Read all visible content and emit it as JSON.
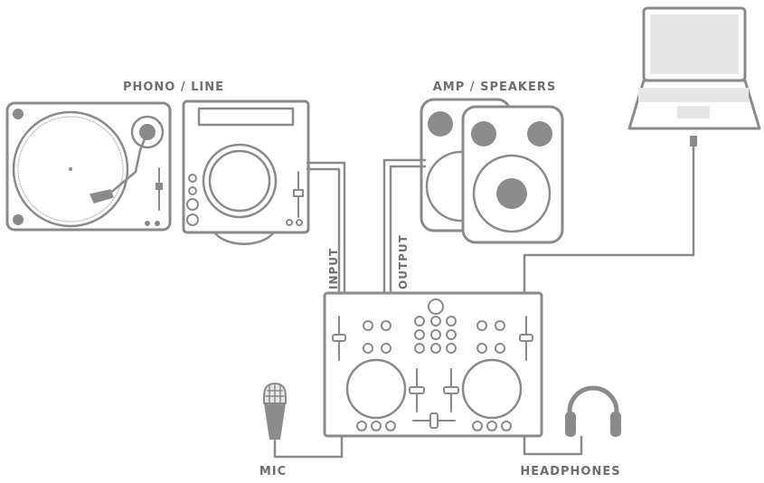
{
  "labels": {
    "phono_line": "PHONO / LINE",
    "amp_speakers": "AMP / SPEAKERS",
    "input": "INPUT",
    "output": "OUTPUT",
    "mic": "MIC",
    "headphones": "HEADPHONES"
  },
  "colors": {
    "outline": "#8a8a8a",
    "fill_light": "#e6e6e6",
    "fill_dark": "#8c8c8c",
    "label": "#6e6e6e"
  }
}
